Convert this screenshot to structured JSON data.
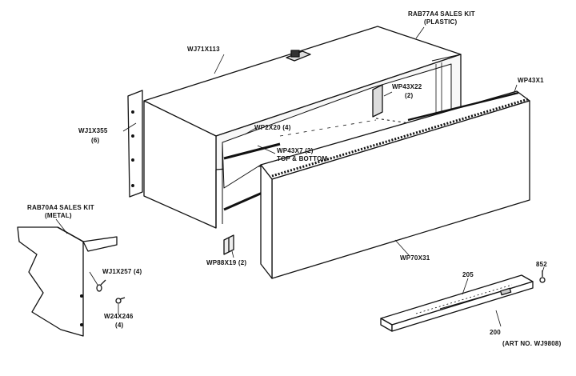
{
  "labels": {
    "wj71x113": "WJ71X113",
    "rab77a4_line1": "RAB77A4 SALES KIT",
    "rab77a4_line2": "(PLASTIC)",
    "wp43x22_line1": "WP43X22",
    "wp43x22_line2": "(2)",
    "wp43x1": "WP43X1",
    "wj1x355_line1": "WJ1X355",
    "wj1x355_line2": "(6)",
    "wp2x20": "WP2X20 (4)",
    "wp43x7_line1": "WP43X7 (2)",
    "wp43x7_line2": "TOP & BOTTOM",
    "rab70a4_line1": "RAB70A4 SALES KIT",
    "rab70a4_line2": "(METAL)",
    "wj1x257": "WJ1X257 (4)",
    "w24x246_line1": "W24X246",
    "w24x246_line2": "(4)",
    "wp88x19": "WP88X19 (2)",
    "wp70x31": "WP70X31",
    "part_205": "205",
    "part_200": "200",
    "part_852": "852",
    "art_no": "(ART NO. WJ9808)"
  }
}
